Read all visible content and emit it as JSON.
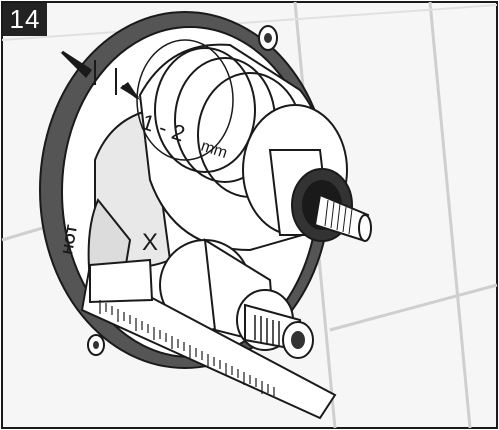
{
  "step": {
    "number": "14"
  },
  "dimension": {
    "value": "1 - 2",
    "unit": "mm"
  },
  "marker": {
    "text": "X"
  },
  "body_stamp": {
    "text": "HOT"
  },
  "colors": {
    "line": "#1a1a1a",
    "fill": "#ffffff",
    "dark": "#444444",
    "tile": "#f4f4f4",
    "badge": "#222222"
  }
}
